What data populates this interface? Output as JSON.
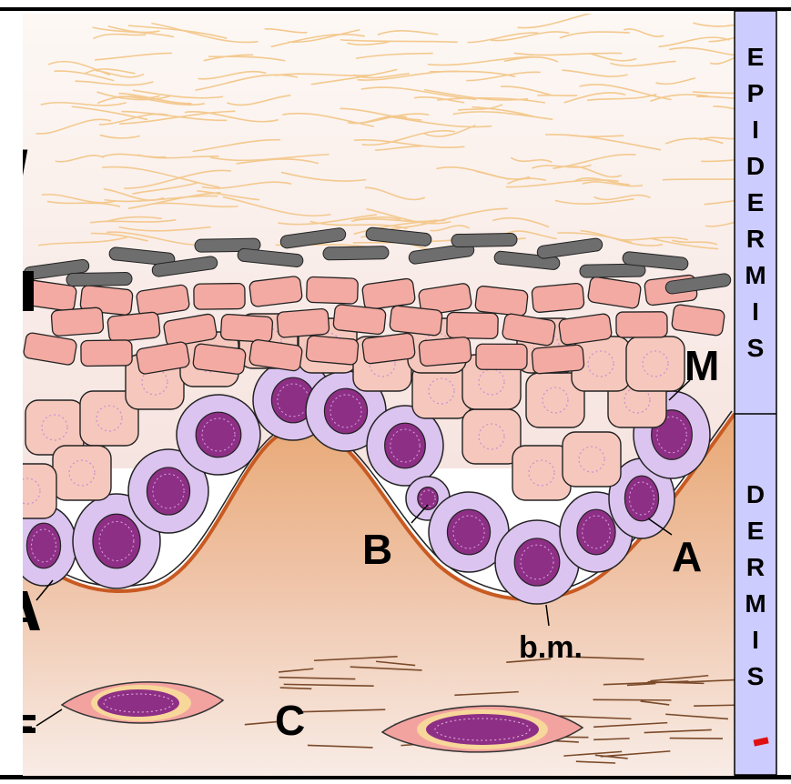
{
  "side_bar": {
    "epidermis": [
      "E",
      "P",
      "I",
      "D",
      "E",
      "R",
      "M",
      "I",
      "S"
    ],
    "dermis": [
      "D",
      "E",
      "R",
      "M",
      "I",
      "S"
    ],
    "color": "#ccccff"
  },
  "labels": {
    "M": "M",
    "B": "B",
    "A": "A",
    "bm": "b.m.",
    "C": "C",
    "left_cut_1": "/",
    "left_cut_2": "I",
    "left_cut_3": "A",
    "left_cut_4": "="
  },
  "colors": {
    "keratin_fibers": "#f3c98f",
    "upper_bg": "#f8ebe8",
    "horny_cells": "#6e6e6e",
    "squamous_cells": "#f2aaa2",
    "spinous_cells": "#f6c8bd",
    "basal_cells": "#dcc4f0",
    "nuclei": "#8e2f86",
    "dermis": "#efb99a",
    "collagen": "#7a4a2a",
    "fibroblast": "#f2a3a0",
    "fibroblast_rim": "#f8d79a"
  }
}
